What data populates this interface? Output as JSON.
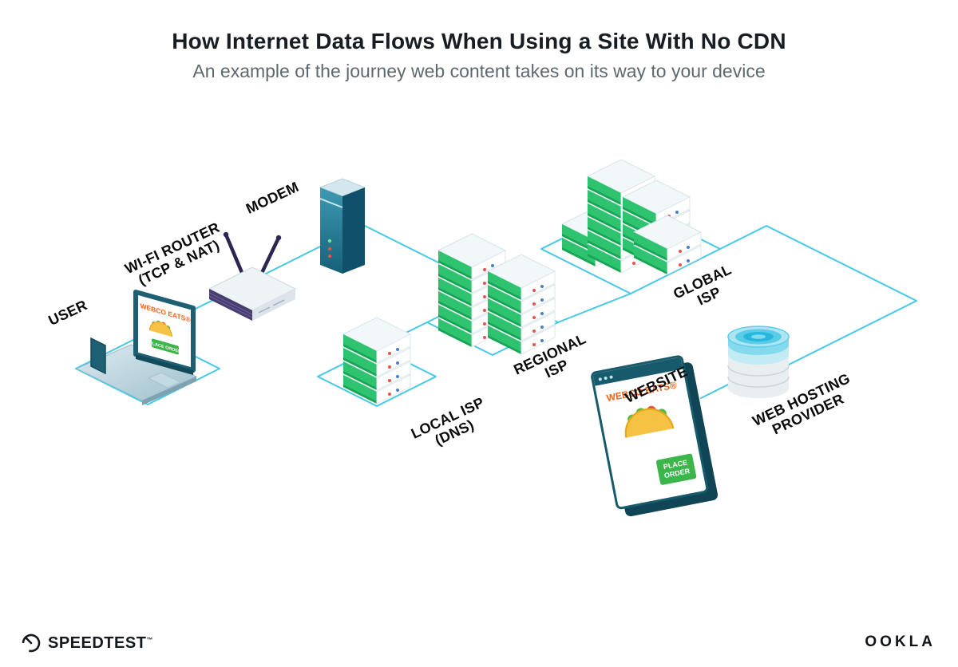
{
  "header": {
    "title": "How Internet Data Flows When Using a Site With No CDN",
    "subtitle": "An example of the journey web content takes on its way to your device"
  },
  "labels": {
    "user": {
      "line1": "USER"
    },
    "wifi_router": {
      "line1": "WI-FI ROUTER",
      "line2": "(TCP & NAT)"
    },
    "modem": {
      "line1": "MODEM"
    },
    "local_isp": {
      "line1": "LOCAL ISP",
      "line2": "(DNS)"
    },
    "regional_isp": {
      "line1": "REGIONAL",
      "line2": "ISP"
    },
    "global_isp": {
      "line1": "GLOBAL",
      "line2": "ISP"
    },
    "website": {
      "line1": "WEBSITE"
    },
    "web_hosting": {
      "line1": "WEB HOSTING",
      "line2": "PROVIDER"
    }
  },
  "laptop_screen": {
    "brand": "WEBCO EATS®",
    "order_button": "PLACE ORDER"
  },
  "website_window": {
    "brand": "WEBCO EATS®",
    "order_button_line1": "PLACE",
    "order_button_line2": "ORDER"
  },
  "footer": {
    "speedtest_wordmark": "SPEEDTEST",
    "speedtest_trademark": "™",
    "ookla_wordmark": "OOKLA"
  },
  "colors": {
    "wire_cyan": "#45C9E4",
    "server_green": "#2EC46F",
    "device_teal": "#175A6C",
    "brand_orange": "#E8641F",
    "button_green": "#3CB54A"
  }
}
